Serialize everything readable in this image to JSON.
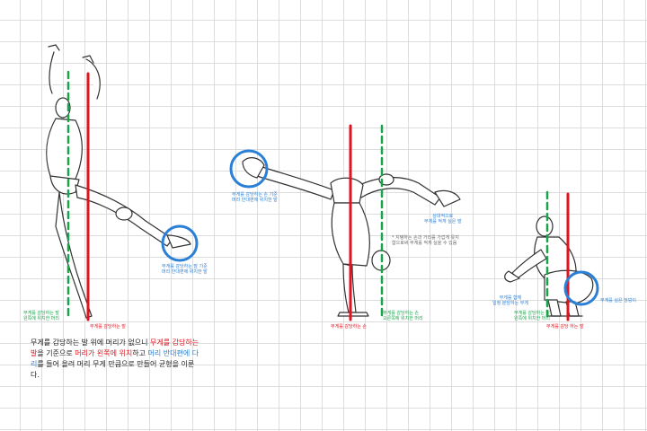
{
  "colors": {
    "green_line": "#1aa34a",
    "red_line": "#e0141e",
    "blue_circle": "#2a7fd6",
    "figure_stroke": "#333333",
    "grid": "#dcdcdc"
  },
  "fig1": {
    "green_label": [
      "무게를 감당하는 발",
      "왼쪽에 위치한 머리"
    ],
    "red_label": "무게를 감당하는 발",
    "circle_label": [
      "무게를 감당하는 발 기준",
      "머리 반대편에 위치한 발"
    ]
  },
  "fig2": {
    "circle_label": [
      "무게를 감당하는 손 기준",
      "머리 반대편에 위치한 발"
    ],
    "foot_label": [
      "상대적으로",
      "무게를 적게 실은 발"
    ],
    "note": [
      "* 지탱하는 손과 거리를 가깝게 유지",
      "함으로써 무게를 적게 실을 수 있음"
    ],
    "green_label": [
      "무게를 감당하는 손",
      "오른쪽에 위치한 머리"
    ],
    "red_label": "무게를 감당하는 손"
  },
  "fig3": {
    "left_label": [
      "무게를 함께",
      "일정 분담하는 무게"
    ],
    "green_label": [
      "무게를 감당하는 발",
      "왼쪽에 위치한 머리"
    ],
    "circle_label": "무게를 실은 엉덩이",
    "red_label": "무게를 감당 하는 발"
  },
  "paragraph": {
    "p1": "무게를 감당하는 발 위에 머리가 없으니 ",
    "h1": "무게를 감당하는 발",
    "p2": "을 기준으로 ",
    "h2": "머리가 왼쪽에 위치",
    "p3": "하고 ",
    "h3": "머리 반대편에 다리",
    "p4": "를 들어 올려 머리 무게 만큼으로 만들어 균형을 이룬다."
  }
}
